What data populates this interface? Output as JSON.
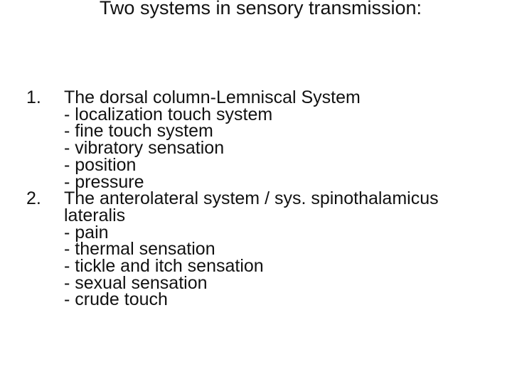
{
  "slide": {
    "background_color": "#ffffff",
    "text_color": "#111111"
  },
  "title": {
    "text": "Two systems in sensory transmission:"
  },
  "list": {
    "items": [
      {
        "number": "1.",
        "lines": [
          "The dorsal column-Lemniscal System",
          "- localization touch system",
          "- fine touch system",
          "- vibratory sensation",
          "- position",
          "- pressure"
        ]
      },
      {
        "number": "2.",
        "lines": [
          "The anterolateral system / sys. spinothalamicus",
          "lateralis",
          "- pain",
          "- thermal sensation",
          "- tickle and itch sensation",
          "- sexual sensation",
          "- crude touch"
        ]
      }
    ]
  }
}
